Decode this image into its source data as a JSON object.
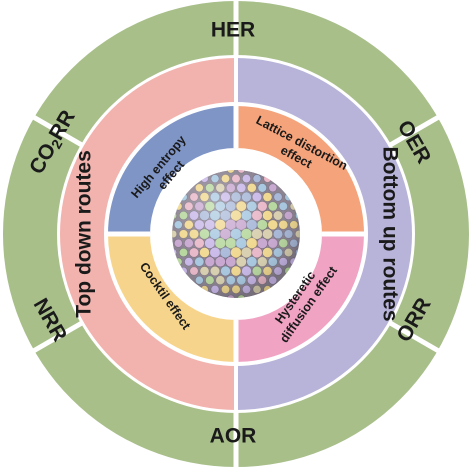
{
  "diagram": {
    "reactions": [
      {
        "key": "her",
        "label": "HER"
      },
      {
        "key": "oer",
        "label": "OER"
      },
      {
        "key": "orr",
        "label": "ORR"
      },
      {
        "key": "aor",
        "label": "AOR"
      },
      {
        "key": "nrr",
        "label": "NRR"
      },
      {
        "key": "co2rr",
        "label": "CO2RR",
        "prefix": "CO",
        "subscript": "2",
        "suffix": "RR"
      }
    ],
    "routes": {
      "left": "Top down routes",
      "right": "Bottom up routes"
    },
    "effects": {
      "high_entropy": [
        "High entropy",
        "effect"
      ],
      "lattice_distortion": [
        "Lattice distortion",
        "effect"
      ],
      "hysteretic_diffusion": [
        "Hysteretic",
        "diffusion effect"
      ],
      "cocktail": [
        "Cocktil effect"
      ]
    },
    "colors": {
      "outer_ring": "#a8bf8a",
      "outer_ring_divider": "#ffffff",
      "top_down": "#f2b3ae",
      "bottom_up": "#b7b3d9",
      "high_entropy": "#7f95c6",
      "lattice_distortion": "#f4a37a",
      "hysteretic_diffusion": "#f0a3c3",
      "cocktail": "#f7d48c",
      "center": "#ffffff",
      "nanoparticle_palette": [
        "#c8b8e8",
        "#a8c8e0",
        "#b8d8a0",
        "#f0d890",
        "#e8b8c8",
        "#c8a8d0",
        "#d8d0b0",
        "#a8b8d8"
      ]
    }
  }
}
